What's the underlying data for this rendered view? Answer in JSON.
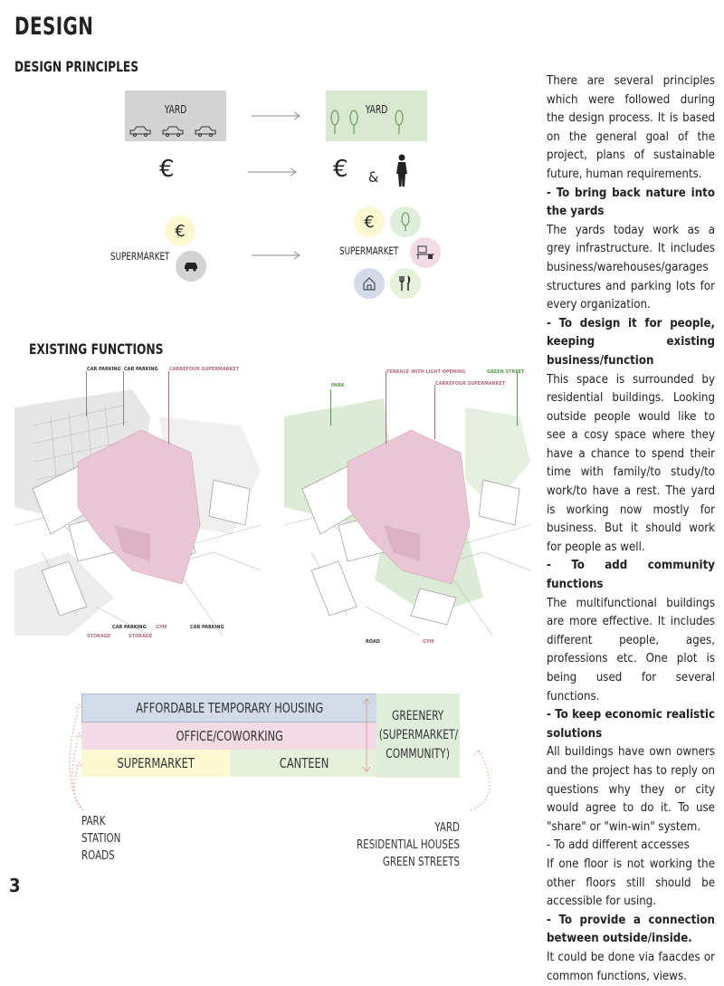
{
  "page": {
    "title": "DESIGN",
    "section_principles": "DESIGN PRINCIPLES",
    "section_functions": "EXISTING FUNCTIONS",
    "page_number": "3"
  },
  "principles": {
    "yard_left": "YARD",
    "yard_right": "YARD",
    "euro": "€",
    "amp": "&",
    "supermarket_left": "SUPERMARKET",
    "supermarket_right": "SUPERMARKET"
  },
  "map_left_labels": {
    "car_parking_1": "CAR PARKING",
    "car_parking_2": "CAR PARKING",
    "carrefour": "CARREFOUR SUPERMARKET",
    "car_parking_3": "CAR PARKING",
    "gym": "GYM",
    "car_parking_4": "CAR PARKING",
    "storage_1": "STORAGE",
    "storage_2": "STORAGE"
  },
  "map_right_labels": {
    "park": "PARK",
    "terrace": "TERRACE WITH LIGHT OPENING",
    "green_street": "GREEN STREET",
    "carrefour": "CARREFOUR SUPERMARKET",
    "road": "ROAD",
    "gym": "GYM"
  },
  "program": {
    "housing": "AFFORDABLE TEMPORARY HOUSING",
    "office": "OFFICE/COWORKING",
    "supermarket": "SUPERMARKET",
    "canteen": "CANTEEN",
    "greenery_1": "GREENERY",
    "greenery_2": "(SUPERMARKET/",
    "greenery_3": "COMMUNITY)",
    "left_1": "PARK",
    "left_2": "STATION",
    "left_3": "ROADS",
    "right_1": "YARD",
    "right_2": "RESIDENTIAL HOUSES",
    "right_3": "GREEN STREETS"
  },
  "text": {
    "p1": "There are several principles which were followed during the design process. It is based on the general goal of the project, plans of sustainable future, human requirements.",
    "h1": "- To bring back nature into the yards",
    "p2": "The yards today work as a grey infrastructure. It includes business/warehouses/garages structures and parking lots for every organization.",
    "h2": "- To design it for people, keeping existing business/function",
    "p3": "This space is surrounded by residential buildings. Looking outside people would like to see a cosy space where they have a chance to spend their time with family/to study/to work/to have a rest. The yard is working now mostly for business. But it should work for people as well.",
    "h3": "- To add community functions",
    "p4": "The multifunctional buildings are more effective. It includes different people, ages, professions etc. One plot is being used for several functions.",
    "h4": "- To keep economic realistic solutions",
    "p5": "All buildings have own owners and the project has to reply on questions why they or city would agree to do it. To use \"share\" or \"win-win\" system.",
    "p6": "- To add different accesses",
    "p7": "If one floor is not working the other floors still should be accessible for using.",
    "h5": "- To provide a connection between outside/inside.",
    "p8": "It could be done via faacdes or common functions, views."
  },
  "colors": {
    "grey_yard": "#d3d3d3",
    "green_yard": "#d8e9cf",
    "housing": "#d3dbe9",
    "office": "#f2dbe4",
    "supermarket": "#fbf8d2",
    "canteen": "#e6f1dc",
    "greenery": "#dfeedb",
    "pink_mass": "#e9c6d5",
    "green_mass": "#dcebd6"
  }
}
